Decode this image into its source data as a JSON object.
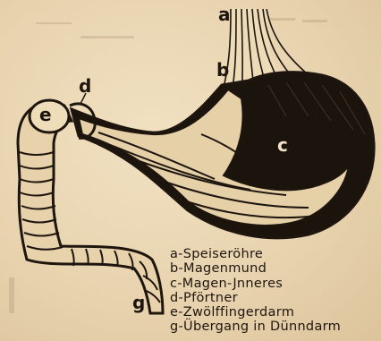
{
  "labels": {
    "a": "a",
    "b": "b",
    "c": "c",
    "d": "d",
    "e": "e",
    "g": "g"
  },
  "legend": [
    "a-Speiseröhre",
    "b-Magenmund",
    "c-Magen-Jnneres",
    "d-Pförtner",
    "e-Zwölffingerdarm",
    "g-Übergang in Dünndarm"
  ],
  "colors": {
    "paper": "#e9d6b4",
    "ink": "#1e160e",
    "stomach_dark": "#1a140d",
    "stomach_light": "#e6d0a8"
  }
}
